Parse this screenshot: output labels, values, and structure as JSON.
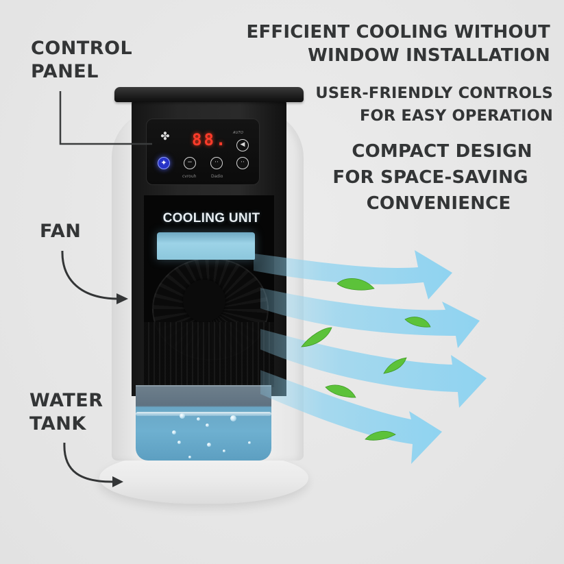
{
  "headlines": {
    "feature_1": {
      "line1": "EFFICIENT COOLING WITHOUT",
      "line2": "WINDOW INSTALLATION"
    },
    "feature_2": {
      "line1": "USER-FRIENDLY CONTROLS",
      "line2": "FOR EASY OPERATION"
    },
    "feature_3": {
      "line1": "COMPACT DESIGN",
      "line2": "FOR SPACE-SAVING",
      "line3": "CONVENIENCE"
    }
  },
  "callouts": {
    "control_panel": "CONTROL\nPANEL",
    "fan": "FAN",
    "water_tank": "WATER\nTANK"
  },
  "product": {
    "cooling_unit_label": "COOLING UNIT",
    "control_panel": {
      "display_value": "88.",
      "fan_mode_icon": "fan-icon",
      "top_right_label": "AUTO",
      "buttons": [
        {
          "name": "power",
          "icon": "power-icon",
          "label": ""
        },
        {
          "name": "minus",
          "icon": "minus-icon",
          "label": "cvrouh"
        },
        {
          "name": "speed",
          "icon": "dots-icon",
          "label": "Dadio"
        },
        {
          "name": "timer",
          "icon": "dots-icon",
          "label": ""
        },
        {
          "name": "swing",
          "icon": "left-arrow-icon",
          "label": ""
        }
      ]
    }
  },
  "colors": {
    "background": "#e6e6e6",
    "text_dark": "#333536",
    "airflow_blue": "#8fd3f0",
    "leaf_green": "#5cc23a",
    "led_red": "#ff3b2a",
    "power_blue": "#2733c7",
    "water_blue": "#6eb0d0"
  }
}
